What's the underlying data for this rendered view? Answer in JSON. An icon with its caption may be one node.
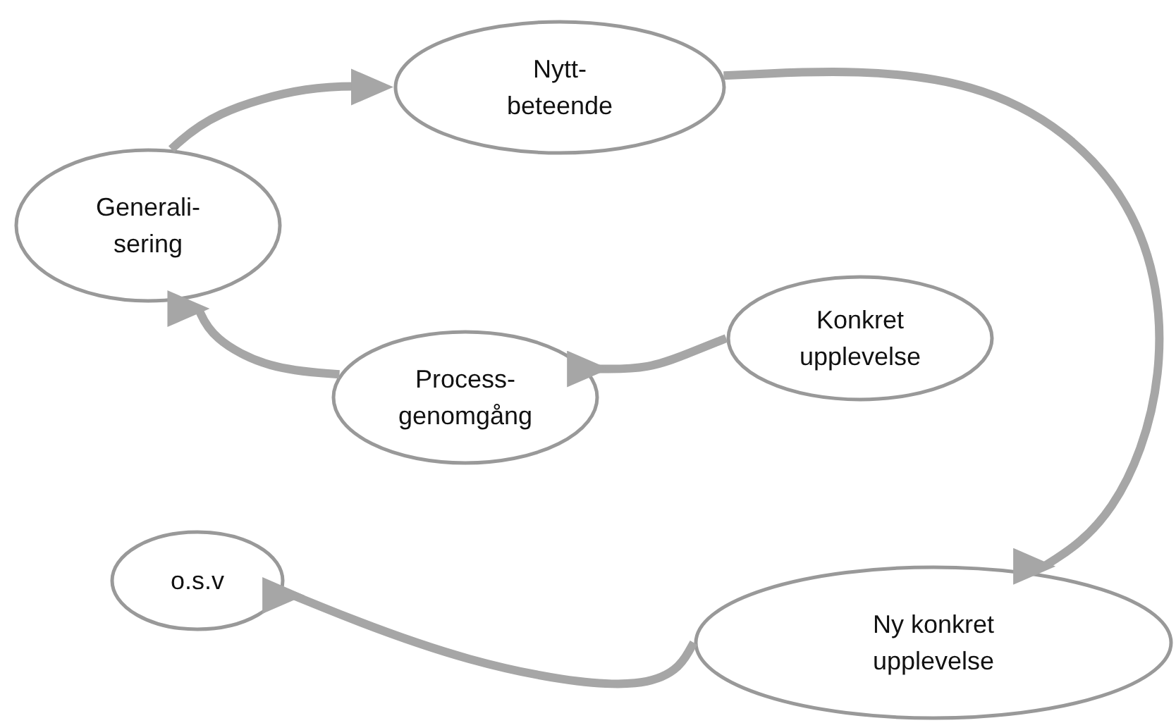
{
  "diagram": {
    "nodes": [
      {
        "text": [
          "Konkret upplevelse"
        ]
      },
      {
        "text": [
          "Process- genomgång"
        ]
      },
      {
        "text": [
          "Generali- sering"
        ]
      },
      {
        "text": [
          "Nytt- beteende"
        ]
      },
      {
        "text": [
          "Ny konkret upplevelse"
        ]
      },
      {
        "text": [
          "o.s.v"
        ]
      }
    ],
    "edges": [
      {
        "from": 0,
        "to": 1,
        "arrow": "to"
      },
      {
        "from": 1,
        "to": 2,
        "arrow": "to"
      },
      {
        "from": 2,
        "to": 3,
        "arrow": "to"
      },
      {
        "from": 3,
        "to": 4,
        "arrow": "to"
      },
      {
        "from": 4,
        "to": 5,
        "arrow": "to"
      }
    ]
  }
}
